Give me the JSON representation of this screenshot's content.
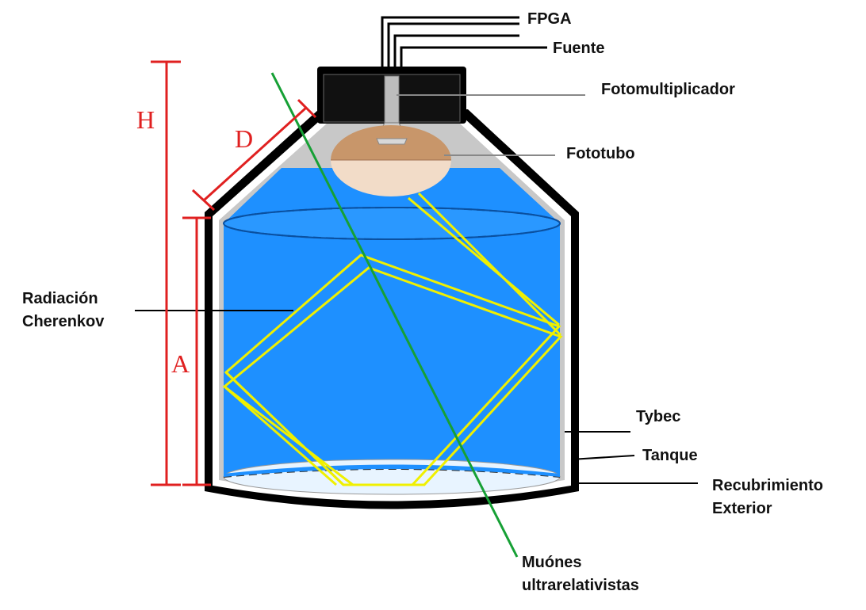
{
  "labels": {
    "fpga": "FPGA",
    "fuente": "Fuente",
    "fotomultiplicador": "Fotomultiplicador",
    "fototubo": "Fototubo",
    "radiacion_line1": "Radiación",
    "radiacion_line2": "Cherenkov",
    "tybec": "Tybec",
    "tanque": "Tanque",
    "recubrimiento_line1": "Recubrimiento",
    "recubrimiento_line2": "Exterior",
    "muones_line1": "Muónes",
    "muones_line2": "ultrarelativistas"
  },
  "dimensions": {
    "h": "H",
    "d": "D",
    "a": "A"
  },
  "colors": {
    "water": "#1e90ff",
    "water_light": "#55b0ff",
    "outline": "#000000",
    "shell_gray": "#c8c8c8",
    "cherenkov": "#f0f000",
    "muon": "#16a035",
    "dimension": "#e02020",
    "phototube_top": "#c8966a",
    "phototube_bottom": "#f2dcc8"
  }
}
